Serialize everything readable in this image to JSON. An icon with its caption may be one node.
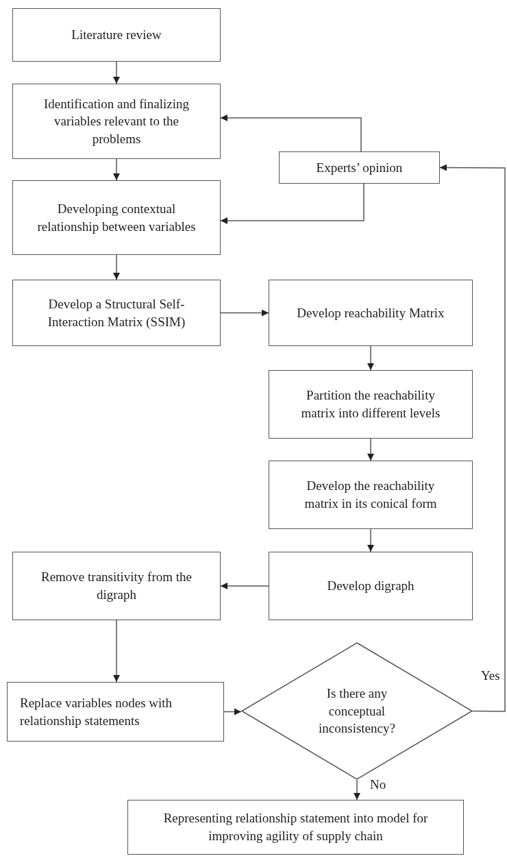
{
  "diagram": {
    "nodes": [
      {
        "text": [
          "Literature review"
        ]
      },
      {
        "text": [
          "Identification and finalizing variables relevant to the problems"
        ]
      },
      {
        "text": [
          "Experts’ opinion"
        ]
      },
      {
        "text": [
          "Developing contextual relationship between variables"
        ]
      },
      {
        "text": [
          "Develop a Structural Self-Interaction Matrix (SSIM)"
        ]
      },
      {
        "text": [
          "Develop reachability Matrix"
        ]
      },
      {
        "text": [
          "Partition the reachability matrix into different levels"
        ]
      },
      {
        "text": [
          "Develop the reachability matrix in its conical form"
        ]
      },
      {
        "text": [
          "Remove transitivity from the digraph"
        ]
      },
      {
        "text": [
          "Develop digraph"
        ]
      },
      {
        "text": [
          "Replace variables nodes with relationship statements"
        ]
      },
      {
        "text": [
          "Is there any conceptual inconsistency?"
        ]
      },
      {
        "text": [
          "Representing relationship statement into model for improving agility of supply chain"
        ]
      }
    ],
    "edges": [
      {
        "from": 0,
        "to": 1,
        "arrow": "to"
      },
      {
        "from": 2,
        "to": 1,
        "arrow": "to"
      },
      {
        "from": 1,
        "to": 3,
        "arrow": "to"
      },
      {
        "from": 2,
        "to": 3,
        "arrow": "to"
      },
      {
        "from": 3,
        "to": 4,
        "arrow": "to"
      },
      {
        "from": 4,
        "to": 5,
        "arrow": "to"
      },
      {
        "from": 5,
        "to": 6,
        "arrow": "to"
      },
      {
        "from": 6,
        "to": 7,
        "arrow": "to"
      },
      {
        "from": 7,
        "to": 9,
        "arrow": "to"
      },
      {
        "from": 9,
        "to": 8,
        "arrow": "to"
      },
      {
        "from": 8,
        "to": 10,
        "arrow": "to"
      },
      {
        "from": 10,
        "to": 11,
        "arrow": "to"
      },
      {
        "from": 11,
        "to": 2,
        "arrow": "to",
        "label": "Yes"
      },
      {
        "from": 11,
        "to": 12,
        "arrow": "to",
        "label": "No"
      }
    ]
  }
}
